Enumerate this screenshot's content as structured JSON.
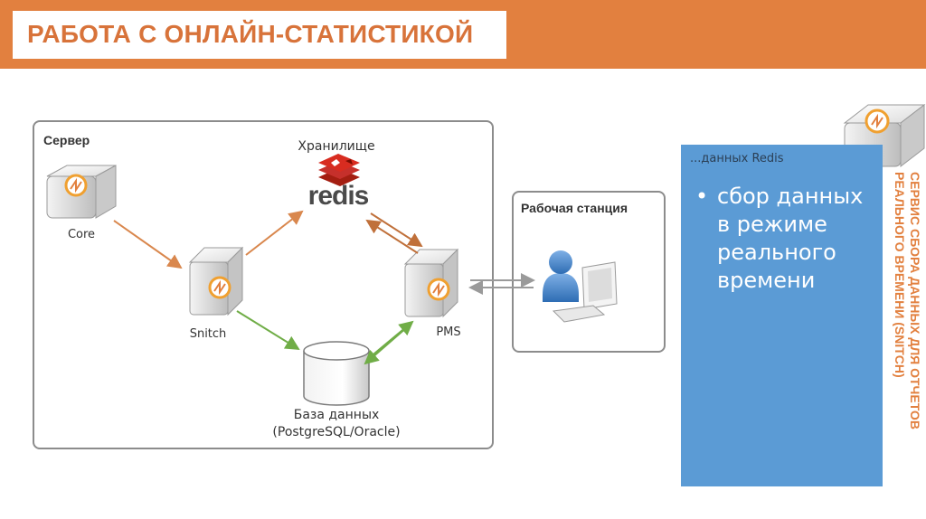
{
  "title": "РАБОТА С ОНЛАЙН-СТАТИСТИКОЙ",
  "colors": {
    "accent": "#e2803f",
    "panel": "#5b9bd5",
    "arrow_orange": "#d9874d",
    "arrow_green": "#70ad47",
    "arrow_gray": "#9a9a9a"
  },
  "server": {
    "title": "Сервер",
    "nodes": {
      "core": "Core",
      "snitch": "Snitch",
      "pms": "PMS",
      "storage_caption": "Хранилище",
      "storage_logo": "redis",
      "database_line1": "База данных",
      "database_line2": "(PostgreSQL/Oracle)"
    }
  },
  "workstation": {
    "title": "Рабочая станция"
  },
  "side_panel": {
    "header": "...данных Redis",
    "bullet": "сбор данных в режиме реального времени"
  },
  "vertical_caption": "СЕРВИС СБОРА ДАННЫХ ДЛЯ ОТЧЕТОВ РЕАЛЬНОГО ВРЕМЕНИ (SNITCH)"
}
